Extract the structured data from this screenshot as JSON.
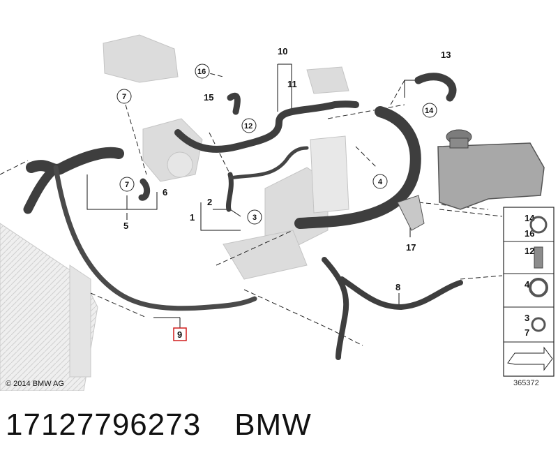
{
  "copyright": "© 2014 BMW AG",
  "diagram_id": "365372",
  "callouts": {
    "c1": "1",
    "c2": "2",
    "c3": "3",
    "c4": "4",
    "c5": "5",
    "c6": "6",
    "c7a": "7",
    "c7b": "7",
    "c8": "8",
    "c9": "9",
    "c10": "10",
    "c11": "11",
    "c12": "12",
    "c13": "13",
    "c14": "14",
    "c15": "15",
    "c16": "16",
    "c17": "17"
  },
  "legend": {
    "row1": [
      "14",
      "16"
    ],
    "row2": [
      "12"
    ],
    "row3": [
      "4"
    ],
    "row4": [
      "3",
      "7"
    ]
  },
  "caption": {
    "part_number": "17127796273",
    "brand": "BMW"
  },
  "colors": {
    "hose": "#4a4a4a",
    "part_ghost": "#d6d6d6",
    "highlight_box": "#d01c1c"
  }
}
